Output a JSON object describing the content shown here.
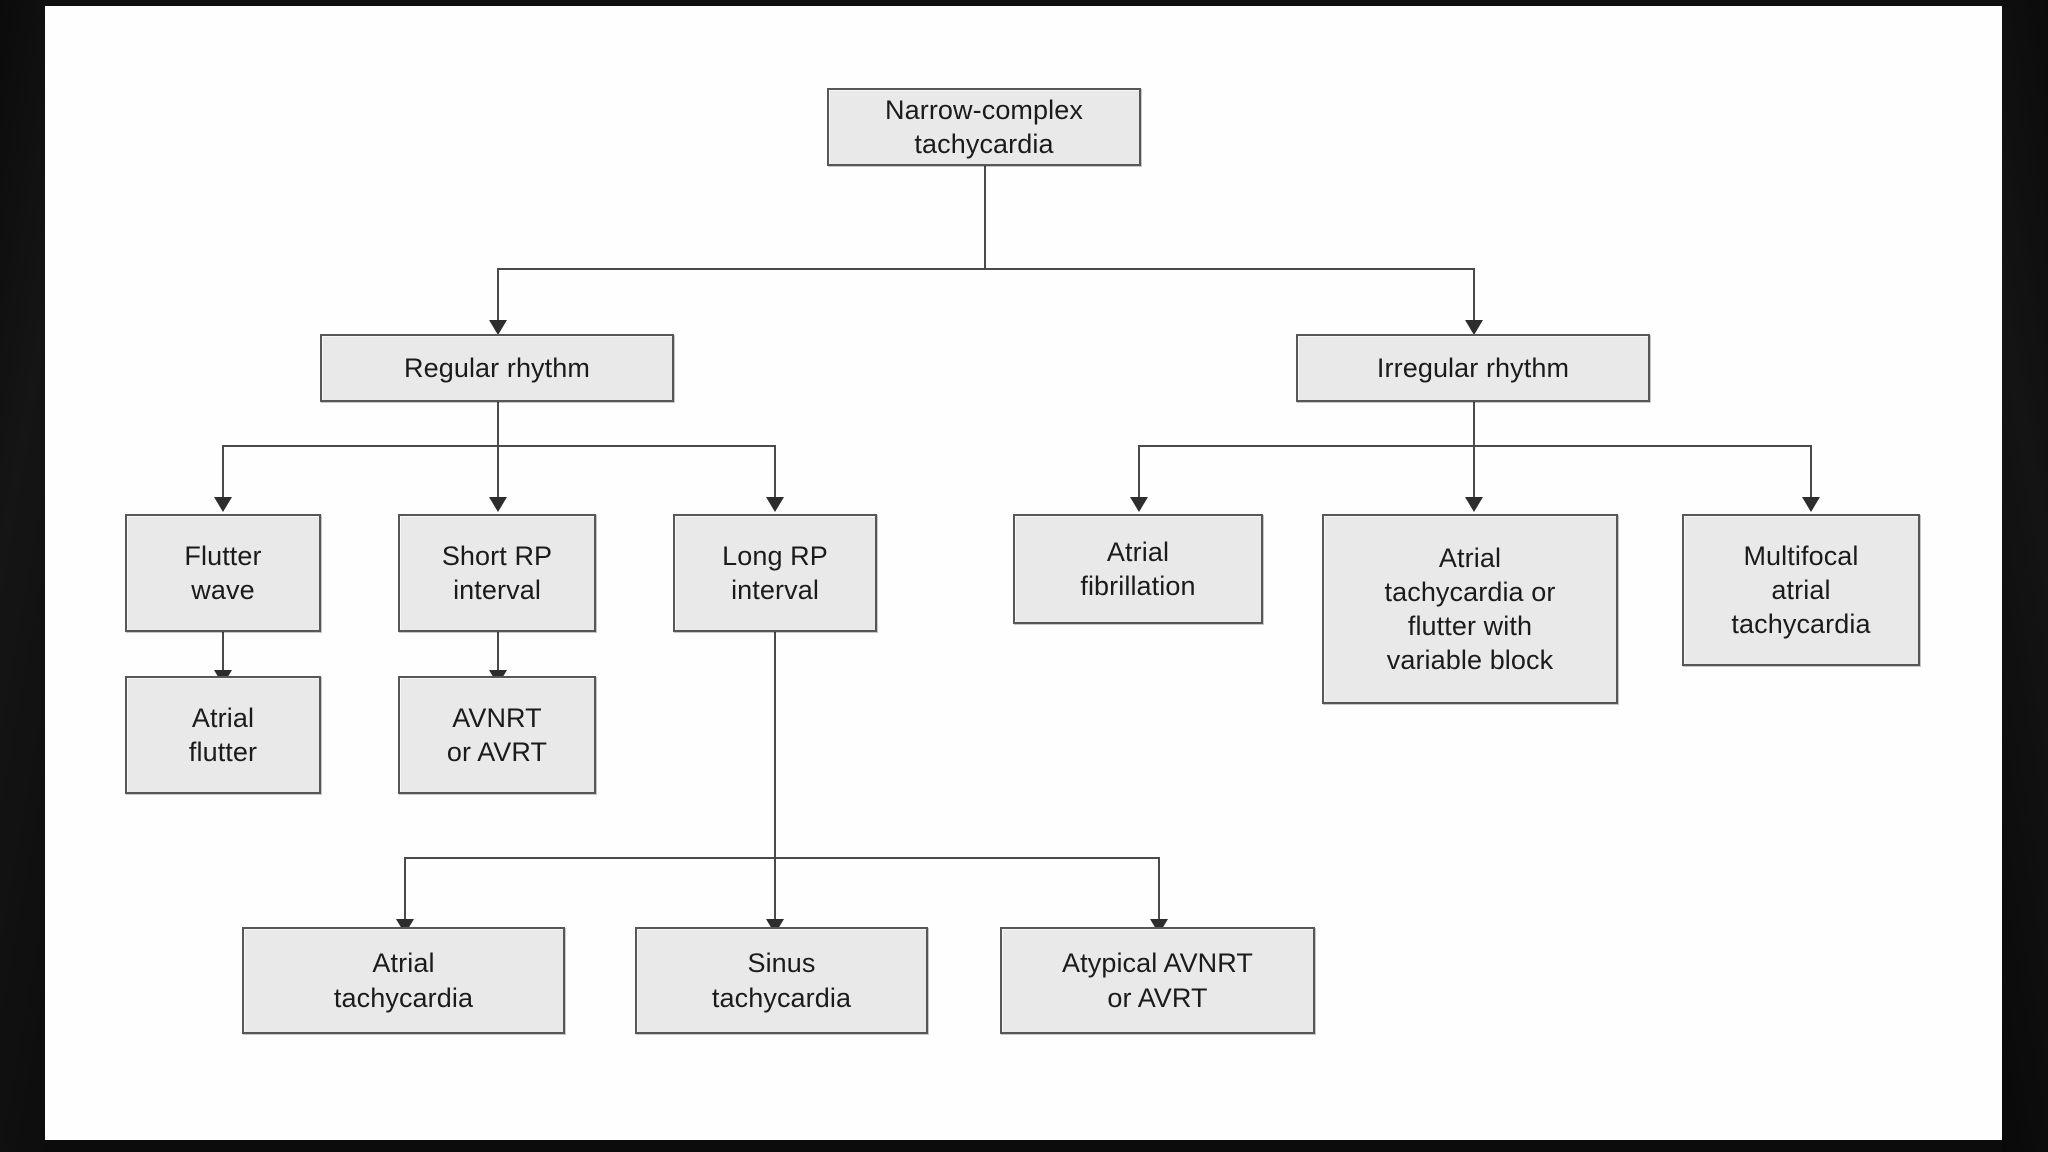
{
  "diagram": {
    "title": "Narrow-complex tachycardia differential diagnosis flowchart",
    "type": "flowchart",
    "box_fill": "#e9e9e9",
    "box_border": "#575757",
    "connector_color": "#4a4a4a",
    "page_background": "#fefefe"
  },
  "nodes": {
    "root": "Narrow-complex\ntachycardia",
    "regular": "Regular rhythm",
    "irregular": "Irregular rhythm",
    "flutter_wave": "Flutter\nwave",
    "short_rp": "Short RP\ninterval",
    "long_rp": "Long RP\ninterval",
    "atrial_flutter": "Atrial\nflutter",
    "avnrt_avrt": "AVNRT\nor AVRT",
    "atrial_fib": "Atrial\nfibrillation",
    "at_or_flutter_var": "Atrial\ntachycardia or\nflutter with\nvariable block",
    "multifocal_at": "Multifocal\natrial\ntachycardia",
    "atrial_tach": "Atrial\ntachycardia",
    "sinus_tach": "Sinus\ntachycardia",
    "atypical": "Atypical AVNRT\nor AVRT"
  },
  "edges": [
    {
      "from": "root",
      "to": "regular"
    },
    {
      "from": "root",
      "to": "irregular"
    },
    {
      "from": "regular",
      "to": "flutter_wave"
    },
    {
      "from": "regular",
      "to": "short_rp"
    },
    {
      "from": "regular",
      "to": "long_rp"
    },
    {
      "from": "flutter_wave",
      "to": "atrial_flutter"
    },
    {
      "from": "short_rp",
      "to": "avnrt_avrt"
    },
    {
      "from": "irregular",
      "to": "atrial_fib"
    },
    {
      "from": "irregular",
      "to": "at_or_flutter_var"
    },
    {
      "from": "irregular",
      "to": "multifocal_at"
    },
    {
      "from": "long_rp",
      "to": "atrial_tach"
    },
    {
      "from": "long_rp",
      "to": "sinus_tach"
    },
    {
      "from": "long_rp",
      "to": "atypical"
    }
  ]
}
